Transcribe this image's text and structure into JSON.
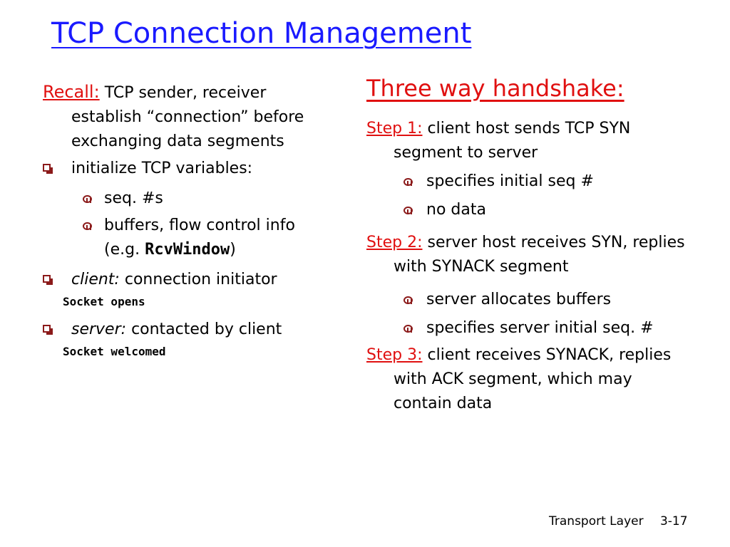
{
  "title": "TCP Connection Management",
  "left": {
    "recall_label": "Recall:",
    "recall_text": "TCP sender, receiver establish “connection” before exchanging data segments",
    "bullet_init": "initialize TCP variables:",
    "sub_seq": "seq. #s",
    "sub_buffers": "buffers, flow control info (e.g.",
    "sub_buffers_code": "RcvWindow",
    "sub_buffers_close": ")",
    "client_label": "client:",
    "client_text": "connection initiator",
    "client_code": "Socket opens",
    "server_label": "server:",
    "server_text": "contacted by client",
    "server_code": "Socket welcomed"
  },
  "right": {
    "heading": "Three way handshake:",
    "step1_label": "Step 1:",
    "step1_text": "client host sends TCP SYN segment to server",
    "step1_sub1": "specifies initial seq #",
    "step1_sub2": "no data",
    "step2_label": "Step 2:",
    "step2_text": "server host receives SYN, replies with SYNACK segment",
    "step2_sub1": "server allocates buffers",
    "step2_sub2": "specifies server initial seq. #",
    "step3_label": "Step 3:",
    "step3_text": "client receives SYNACK, replies with ACK segment, which may contain data"
  },
  "footer": {
    "label": "Transport Layer",
    "page": "3-17"
  },
  "colors": {
    "title": "#1a1aff",
    "accent_red": "#e01010",
    "bullet": "#8b1a1a"
  },
  "icons": {
    "level1_bullet": "square-bullet-icon",
    "level2_bullet": "circle-bullet-icon"
  }
}
